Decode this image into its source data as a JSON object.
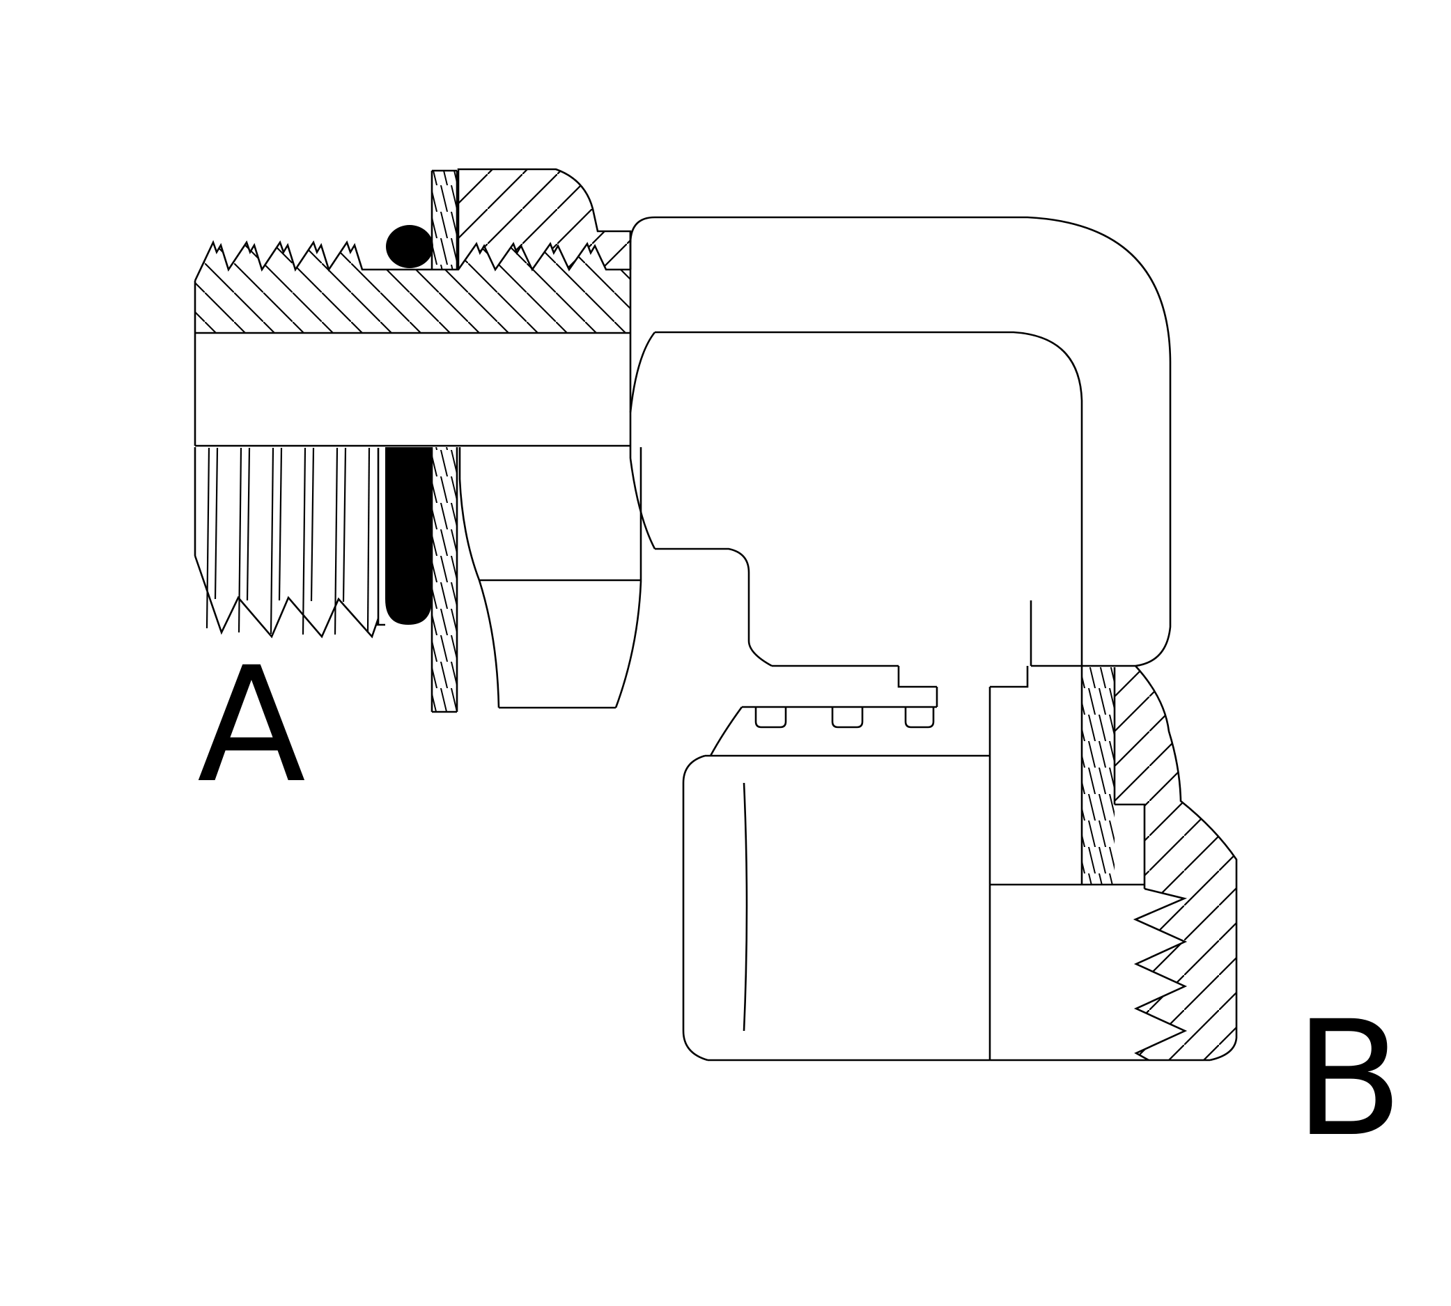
{
  "drawing": {
    "title": "90 degree elbow adapter cross-section",
    "type": "technical-line-drawing",
    "ink_color": "#000000",
    "background_color": "#ffffff",
    "labels": {
      "port_a": "A",
      "port_b": "B"
    },
    "ports": {
      "a": "male o-ring boss thread, horizontal, upper left",
      "b": "female swivel nut thread, vertical, lower right"
    }
  }
}
